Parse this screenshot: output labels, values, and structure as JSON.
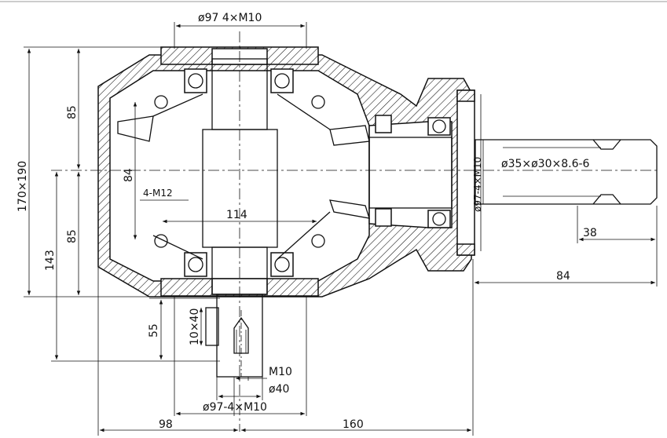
{
  "labels": {
    "top_flange": "ø97  4×M10",
    "bottom_flange": "ø97-4×M10",
    "right_flange": "ø97-4×M10",
    "spline": "ø35×ø30×8.6-6",
    "tap": "4-M12",
    "overall_height": "170×190",
    "upper_85": "85",
    "lower_85": "85",
    "dim_84_vertical": "84",
    "dim_114": "114",
    "dim_143": "143",
    "dim_55": "55",
    "key": "10×40",
    "thread": "M10",
    "shaft_dia": "ø40",
    "dim_38": "38",
    "dim_84_horizontal": "84",
    "dim_98": "98",
    "dim_160": "160"
  }
}
